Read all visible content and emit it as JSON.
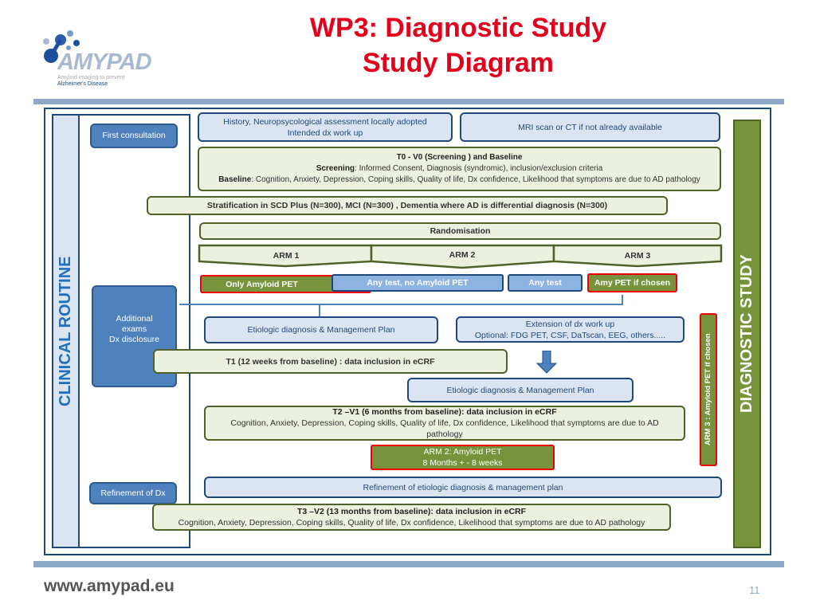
{
  "logo": {
    "name": "AMYPAD",
    "tagline1": "Amyloid imaging to prevent",
    "tagline2": "Alzheimer's Disease"
  },
  "title": {
    "line1": "WP3: Diagnostic Study",
    "line2": "Study Diagram"
  },
  "side": {
    "left": "CLINICAL ROUTINE",
    "right": "DIAGNOSTIC  STUDY",
    "first": "First consultation",
    "additional": [
      "Additional",
      "exams",
      "Dx disclosure"
    ],
    "refinement": "Refinement of Dx"
  },
  "boxes": {
    "history": [
      "History,   Neuropsycological  assessment locally adopted",
      "Intended dx work up"
    ],
    "mri": "MRI scan or CT if not already available",
    "t0_title": "T0 - V0 (Screening ) and Baseline",
    "t0_screen_label": "Screening",
    "t0_screen": ": Informed Consent, Diagnosis (syndromic), inclusion/exclusion criteria",
    "t0_base_label": "Baseline",
    "t0_base": ": Cognition, Anxiety, Depression, Coping skills, Quality of life, Dx confidence, Likelihood that symptoms are due to AD pathology",
    "strat": "Stratification in SCD Plus (N=300), MCI (N=300) , Dementia where AD is differential diagnosis  (N=300)",
    "random": "Randomisation",
    "arm1": "ARM 1",
    "arm2": "ARM 2",
    "arm3": "ARM 3",
    "only_pet": "Only Amyloid PET",
    "any_no_pet": "Any test, no Amyloid PET",
    "any_test": "Any  test",
    "amy_chosen": "Amy PET if chosen",
    "etio1": "Etiologic diagnosis & Management Plan",
    "ext": [
      "Extension of dx work up",
      "Optional: FDG PET, CSF, DaTscan, EEG, others....."
    ],
    "t1": "T1 (12 weeks from baseline) : data inclusion in eCRF",
    "etio2": "Etiologic diagnosis & Management Plan",
    "t2_title": "T2 –V1  (6 months from baseline): data inclusion in eCRF",
    "t2_body": "Cognition, Anxiety, Depression, Coping skills, Quality of life, Dx confidence, Likelihood that symptoms are due to AD pathology",
    "arm2pet": [
      "ARM 2: Amyloid PET",
      "8 Months + -  8 weeks"
    ],
    "arm3v": "ARM 3 :   Amyloid PET if chosen",
    "refine": "Refinement of etiologic diagnosis & management plan",
    "t3_title": "T3 –V2  (13 months from baseline): data inclusion in eCRF",
    "t3_body": "Cognition, Anxiety, Depression, Coping skills, Quality of life, Dx confidence, Likelihood that symptoms are due to AD pathology"
  },
  "footer": {
    "url": "www.amypad.eu",
    "page": "11"
  }
}
